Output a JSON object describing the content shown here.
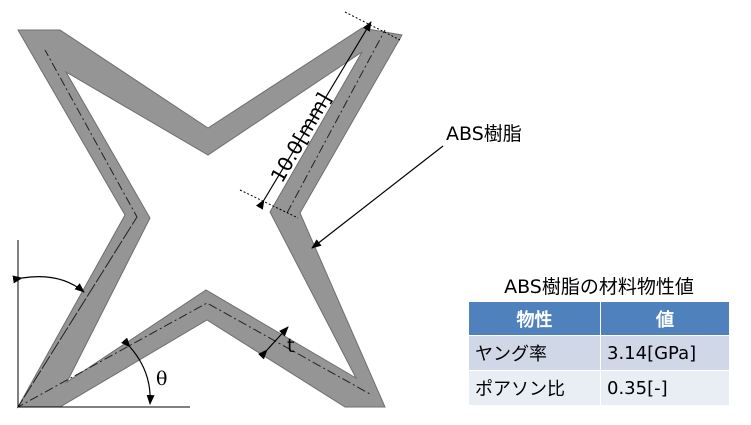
{
  "labels": {
    "dimension": "10.0[mm]",
    "material": "ABS樹脂",
    "thickness": "t",
    "angle": "θ"
  },
  "table": {
    "title": "ABS樹脂の材料物性値",
    "headers": [
      "物性",
      "値"
    ],
    "rows": [
      {
        "property": "ヤング率",
        "value": "3.14[GPa]"
      },
      {
        "property": "ポアソン比",
        "value": "0.35[-]"
      }
    ]
  },
  "colors": {
    "shape_fill": "#959595",
    "shape_edge": "#6f6f6f",
    "table_header": "#4f81bd",
    "table_row_1": "#d0d8e8",
    "table_row_2": "#e9edf4"
  }
}
